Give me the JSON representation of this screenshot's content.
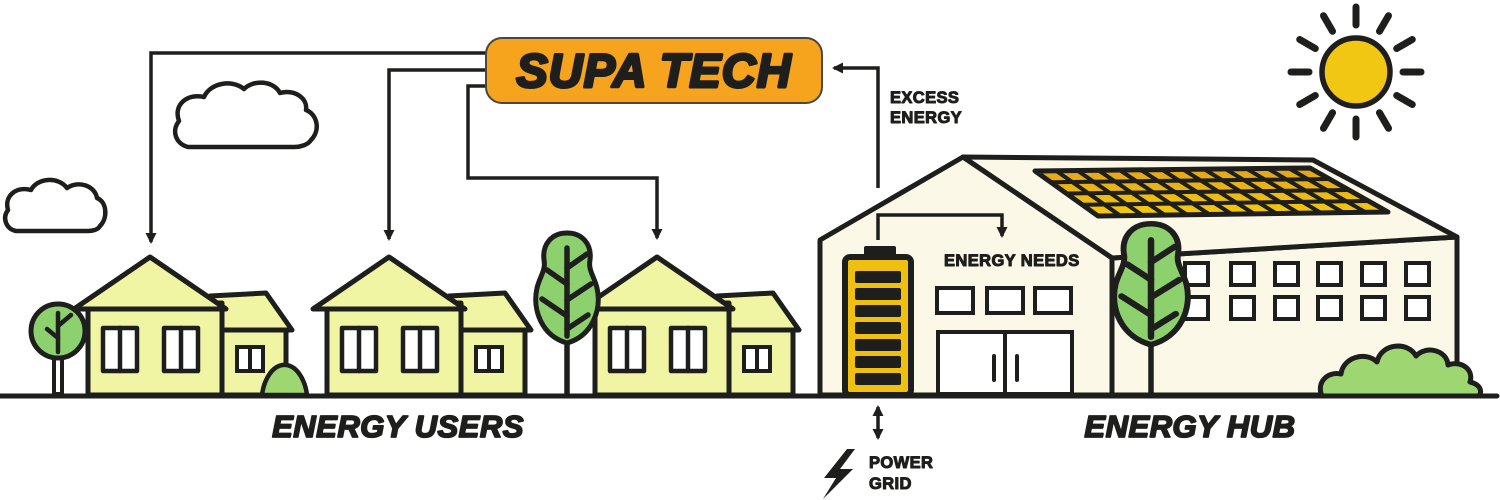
{
  "diagram": {
    "brand": {
      "label": "SUPA TECH"
    },
    "flows": {
      "excess_energy": {
        "line1": "EXCESS",
        "line2": "ENERGY"
      },
      "energy_needs": {
        "label": "ENERGY NEEDS"
      },
      "power_grid": {
        "line1": "POWER",
        "line2": "GRID"
      }
    },
    "sections": {
      "energy_users": {
        "label": "ENERGY USERS"
      },
      "energy_hub": {
        "label": "ENERGY HUB"
      }
    }
  },
  "icons": {
    "sun": "sun-icon",
    "clouds": "cloud-icon",
    "houses": "house-icon",
    "trees": "tree-icon",
    "bushes": "bush-icon",
    "hub_building": "warehouse-icon",
    "solar_array": "solar-panel-icon",
    "storage": "battery-icon",
    "power_grid": "lightning-bolt-icon",
    "flow_arrows": "arrow-icon"
  },
  "colors": {
    "brand_orange": "#F6A41D",
    "house_yellow": "#F0F5A3",
    "hub_cream": "#FBF8E7",
    "battery_gold": "#F0C011",
    "solar_gold_dark": "#E2A51B",
    "solar_gold_light": "#F4CA0C",
    "sun_yellow": "#F2C713",
    "tree_green": "#8DD06E",
    "bush_green": "#9ED671",
    "outline_black": "#1E1E1C"
  }
}
